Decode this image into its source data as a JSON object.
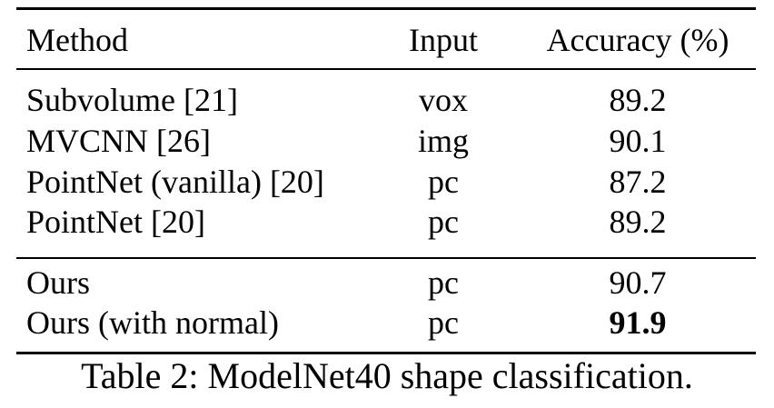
{
  "table": {
    "headers": {
      "method": "Method",
      "input": "Input",
      "accuracy": "Accuracy (%)"
    },
    "group1": [
      {
        "method": "Subvolume [21]",
        "input": "vox",
        "accuracy": "89.2"
      },
      {
        "method": "MVCNN [26]",
        "input": "img",
        "accuracy": "90.1"
      },
      {
        "method": "PointNet (vanilla) [20]",
        "input": "pc",
        "accuracy": "87.2"
      },
      {
        "method": "PointNet [20]",
        "input": "pc",
        "accuracy": "89.2"
      }
    ],
    "group2": [
      {
        "method": "Ours",
        "input": "pc",
        "accuracy": "90.7"
      },
      {
        "method": "Ours (with normal)",
        "input": "pc",
        "accuracy": "91.9",
        "bold": true
      }
    ],
    "caption": "Table 2: ModelNet40 shape classification."
  }
}
